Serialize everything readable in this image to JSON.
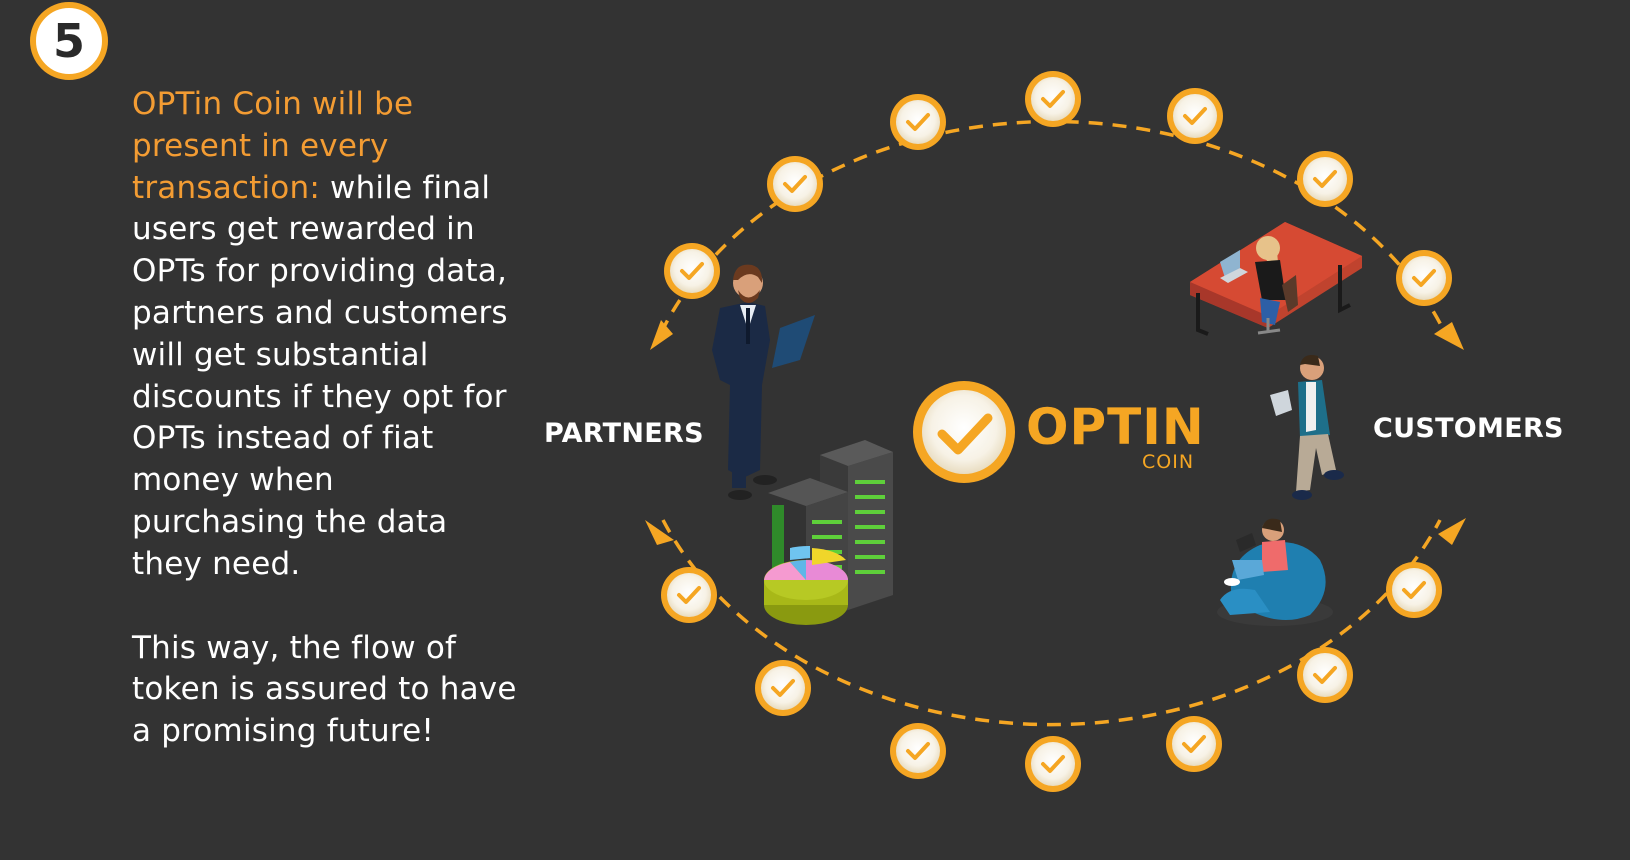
{
  "step_number": "5",
  "text": {
    "highlight": "OPTin Coin will be present in every transaction:",
    "body": " while final users get rewarded in OPTs for providing data, partners and customers will get substantial discounts if they opt for OPTs instead of fiat money when purchasing the data they need.",
    "closing": "This way, the flow of token is assured to have a promising future!"
  },
  "diagram": {
    "left_label": "PARTNERS",
    "right_label": "CUSTOMERS",
    "logo_word": "OPTIN",
    "logo_sub": "COIN"
  },
  "colors": {
    "background": "#333333",
    "accent": "#f5a623",
    "highlight_text": "#f39c33",
    "body_text": "#ffffff"
  },
  "icons": [
    "check-coin-icon",
    "arrow-head-icon",
    "businessman-icon",
    "server-rack-icon",
    "pie-chart-icon",
    "desk-worker-icon",
    "phone-user-icon",
    "beanbag-user-icon"
  ]
}
